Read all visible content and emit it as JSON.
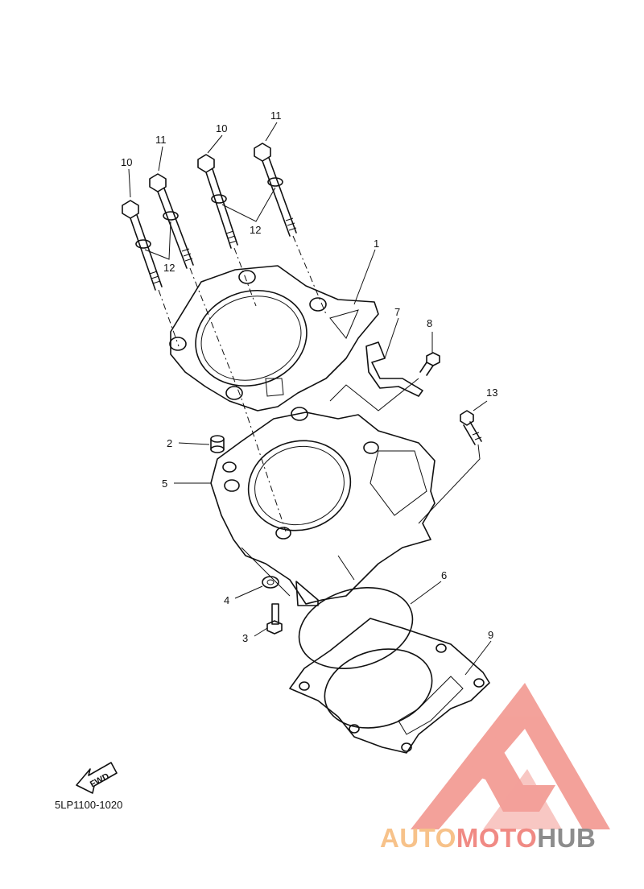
{
  "labels": {
    "l1": "1",
    "l2": "2",
    "l3": "3",
    "l4": "4",
    "l5": "5",
    "l6": "6",
    "l7": "7",
    "l8": "8",
    "l9": "9",
    "l10a": "10",
    "l10b": "10",
    "l11a": "11",
    "l11b": "11",
    "l12a": "12",
    "l12b": "12",
    "l13": "13"
  },
  "fwd_label": "FWD",
  "diagram_code": "5LP1100-1020",
  "watermark": {
    "part1": "AUTO",
    "part2": "MOTO",
    "part3": "HUB",
    "color_auto": "#f7c28a",
    "color_moto": "#f08a84",
    "color_hub": "#8c8c8c",
    "logo_color": "#f29a92"
  }
}
